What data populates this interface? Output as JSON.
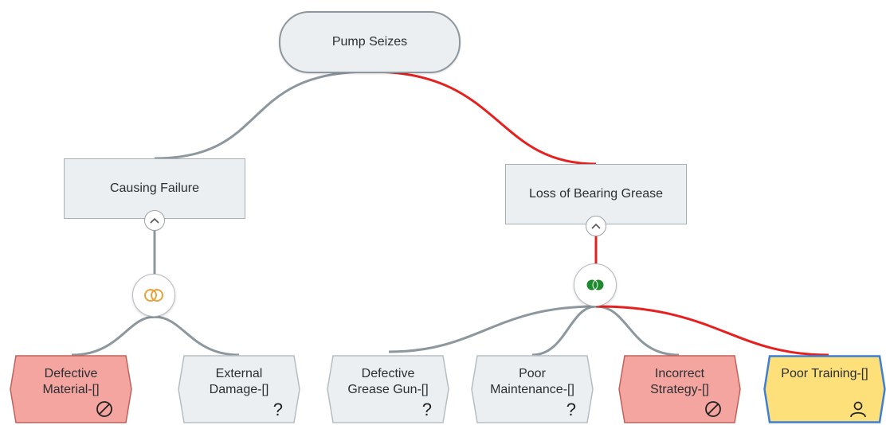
{
  "top_event": {
    "label": "Pump Seizes"
  },
  "nodes": [
    {
      "id": "causing",
      "label": "Causing Failure"
    },
    {
      "id": "loss",
      "label": "Loss of Bearing Grease"
    }
  ],
  "gates": [
    {
      "id": "or",
      "type": "OR",
      "color": "#e8a33c"
    },
    {
      "id": "and",
      "type": "AND",
      "color": "#1e8a2e"
    }
  ],
  "leaves": [
    {
      "id": "defective-material",
      "label": "Defective Material-[]",
      "status": "disproved",
      "fill": "#f4a5a0",
      "symbol": "prohibited-icon"
    },
    {
      "id": "external-damage",
      "label": "External Damage-[]",
      "status": "unknown",
      "fill": "#eceff1",
      "symbol": "?"
    },
    {
      "id": "defective-grease-gun",
      "label": "Defective Grease Gun-[]",
      "status": "unknown",
      "fill": "#eceff1",
      "symbol": "?"
    },
    {
      "id": "poor-maintenance",
      "label": "Poor Maintenance-[]",
      "status": "unknown",
      "fill": "#eceff1",
      "symbol": "?"
    },
    {
      "id": "incorrect-strategy",
      "label": "Incorrect Strategy-[]",
      "status": "disproved",
      "fill": "#f4a5a0",
      "symbol": "prohibited-icon"
    },
    {
      "id": "poor-training",
      "label": "Poor Training-[]",
      "status": "human",
      "fill": "#fde07a",
      "symbol": "person-icon"
    }
  ],
  "colors": {
    "edge": "#8c979e",
    "critical_path": "#e5201f",
    "selected_border": "#3d7fd6"
  }
}
